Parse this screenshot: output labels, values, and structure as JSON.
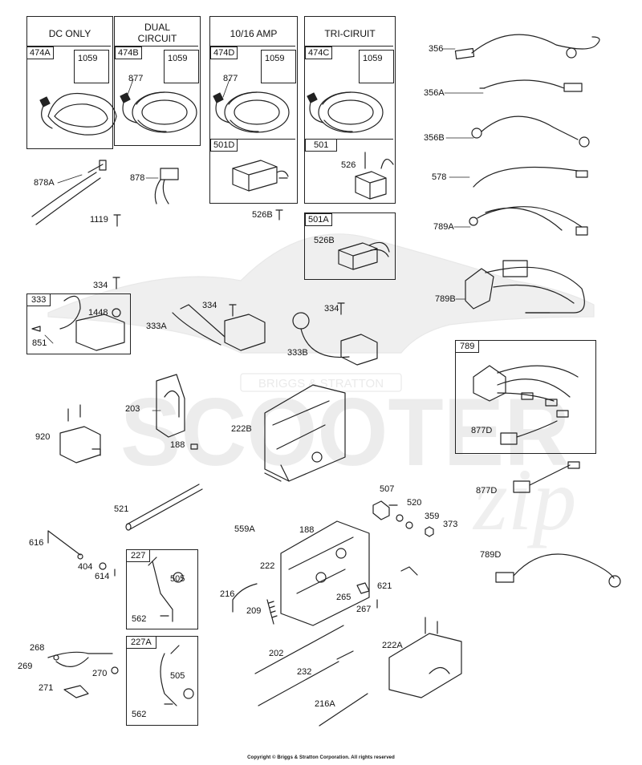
{
  "watermark": {
    "brand": "SCOOTER",
    "sub": "BRIGGS & STRATTON",
    "script": "zip"
  },
  "boxes": {
    "dc_only": {
      "title": "DC ONLY",
      "part": "474A",
      "sub": "1059"
    },
    "dual": {
      "title": "DUAL\nCIRCUIT",
      "part": "474B",
      "sub": "1059"
    },
    "amp": {
      "title": "10/16 AMP",
      "part": "474D",
      "sub": "1059",
      "reg": "501D"
    },
    "tri": {
      "title": "TRI-CIRUIT",
      "part": "474C",
      "sub": "1059",
      "reg": "501"
    },
    "b501a": {
      "part": "501A"
    },
    "b333": {
      "part": "333"
    },
    "b789": {
      "part": "789"
    },
    "b227": {
      "part": "227"
    },
    "b227a": {
      "part": "227A"
    }
  },
  "labels": {
    "l877a": "877",
    "l877b": "877",
    "l356": "356",
    "l356a": "356A",
    "l356b": "356B",
    "l578": "578",
    "l789a": "789A",
    "l789b": "789B",
    "l878a": "878A",
    "l878": "878",
    "l1119": "1119",
    "l526b": "526B",
    "l526": "526",
    "l526b2": "526B",
    "l334a": "334",
    "l334b": "334",
    "l334c": "334",
    "l1448": "1448",
    "l851": "851",
    "l333a": "333A",
    "l333b": "333B",
    "l203": "203",
    "l188a": "188",
    "l222b": "222B",
    "l920": "920",
    "l877d": "877D",
    "l877d2": "877D",
    "l521": "521",
    "l507": "507",
    "l520": "520",
    "l359": "359",
    "l373": "373",
    "l559a": "559A",
    "l188b": "188",
    "l616": "616",
    "l404": "404",
    "l614": "614",
    "l222": "222",
    "l789d": "789D",
    "l505": "505",
    "l562": "562",
    "l216": "216",
    "l209": "209",
    "l265": "265",
    "l621": "621",
    "l267": "267",
    "l268": "268",
    "l269": "269",
    "l270": "270",
    "l271": "271",
    "l202": "202",
    "l232": "232",
    "l222a": "222A",
    "l216a": "216A",
    "l505b": "505",
    "l562b": "562"
  },
  "copyright": "Copyright © Briggs & Stratton Corporation. All rights reserved"
}
